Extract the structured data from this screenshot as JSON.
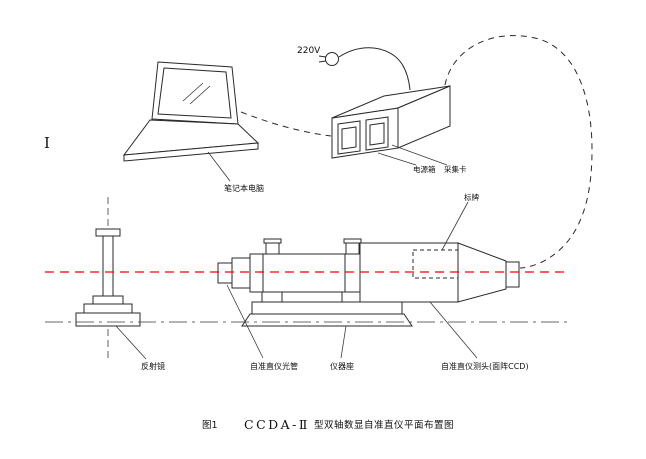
{
  "artifact": {
    "cursor": "I"
  },
  "power": {
    "voltage": "220V"
  },
  "labels": {
    "laptop": "笔记本电脑",
    "power_box": "电源箱",
    "capture_card": "采集卡",
    "nameplate": "标牌",
    "reflector": "反射镜",
    "tube": "自准直仪光管",
    "base": "仪器座",
    "head": "自准直仪测头(面阵CCD)"
  },
  "caption": {
    "figure_no": "图1",
    "model": "CCDA-Ⅱ",
    "rest": "型双轴数显自准直仪平面布置图"
  },
  "colors": {
    "line": "#2a2a2a",
    "optical_axis": "#ff0000",
    "background": "#ffffff"
  }
}
